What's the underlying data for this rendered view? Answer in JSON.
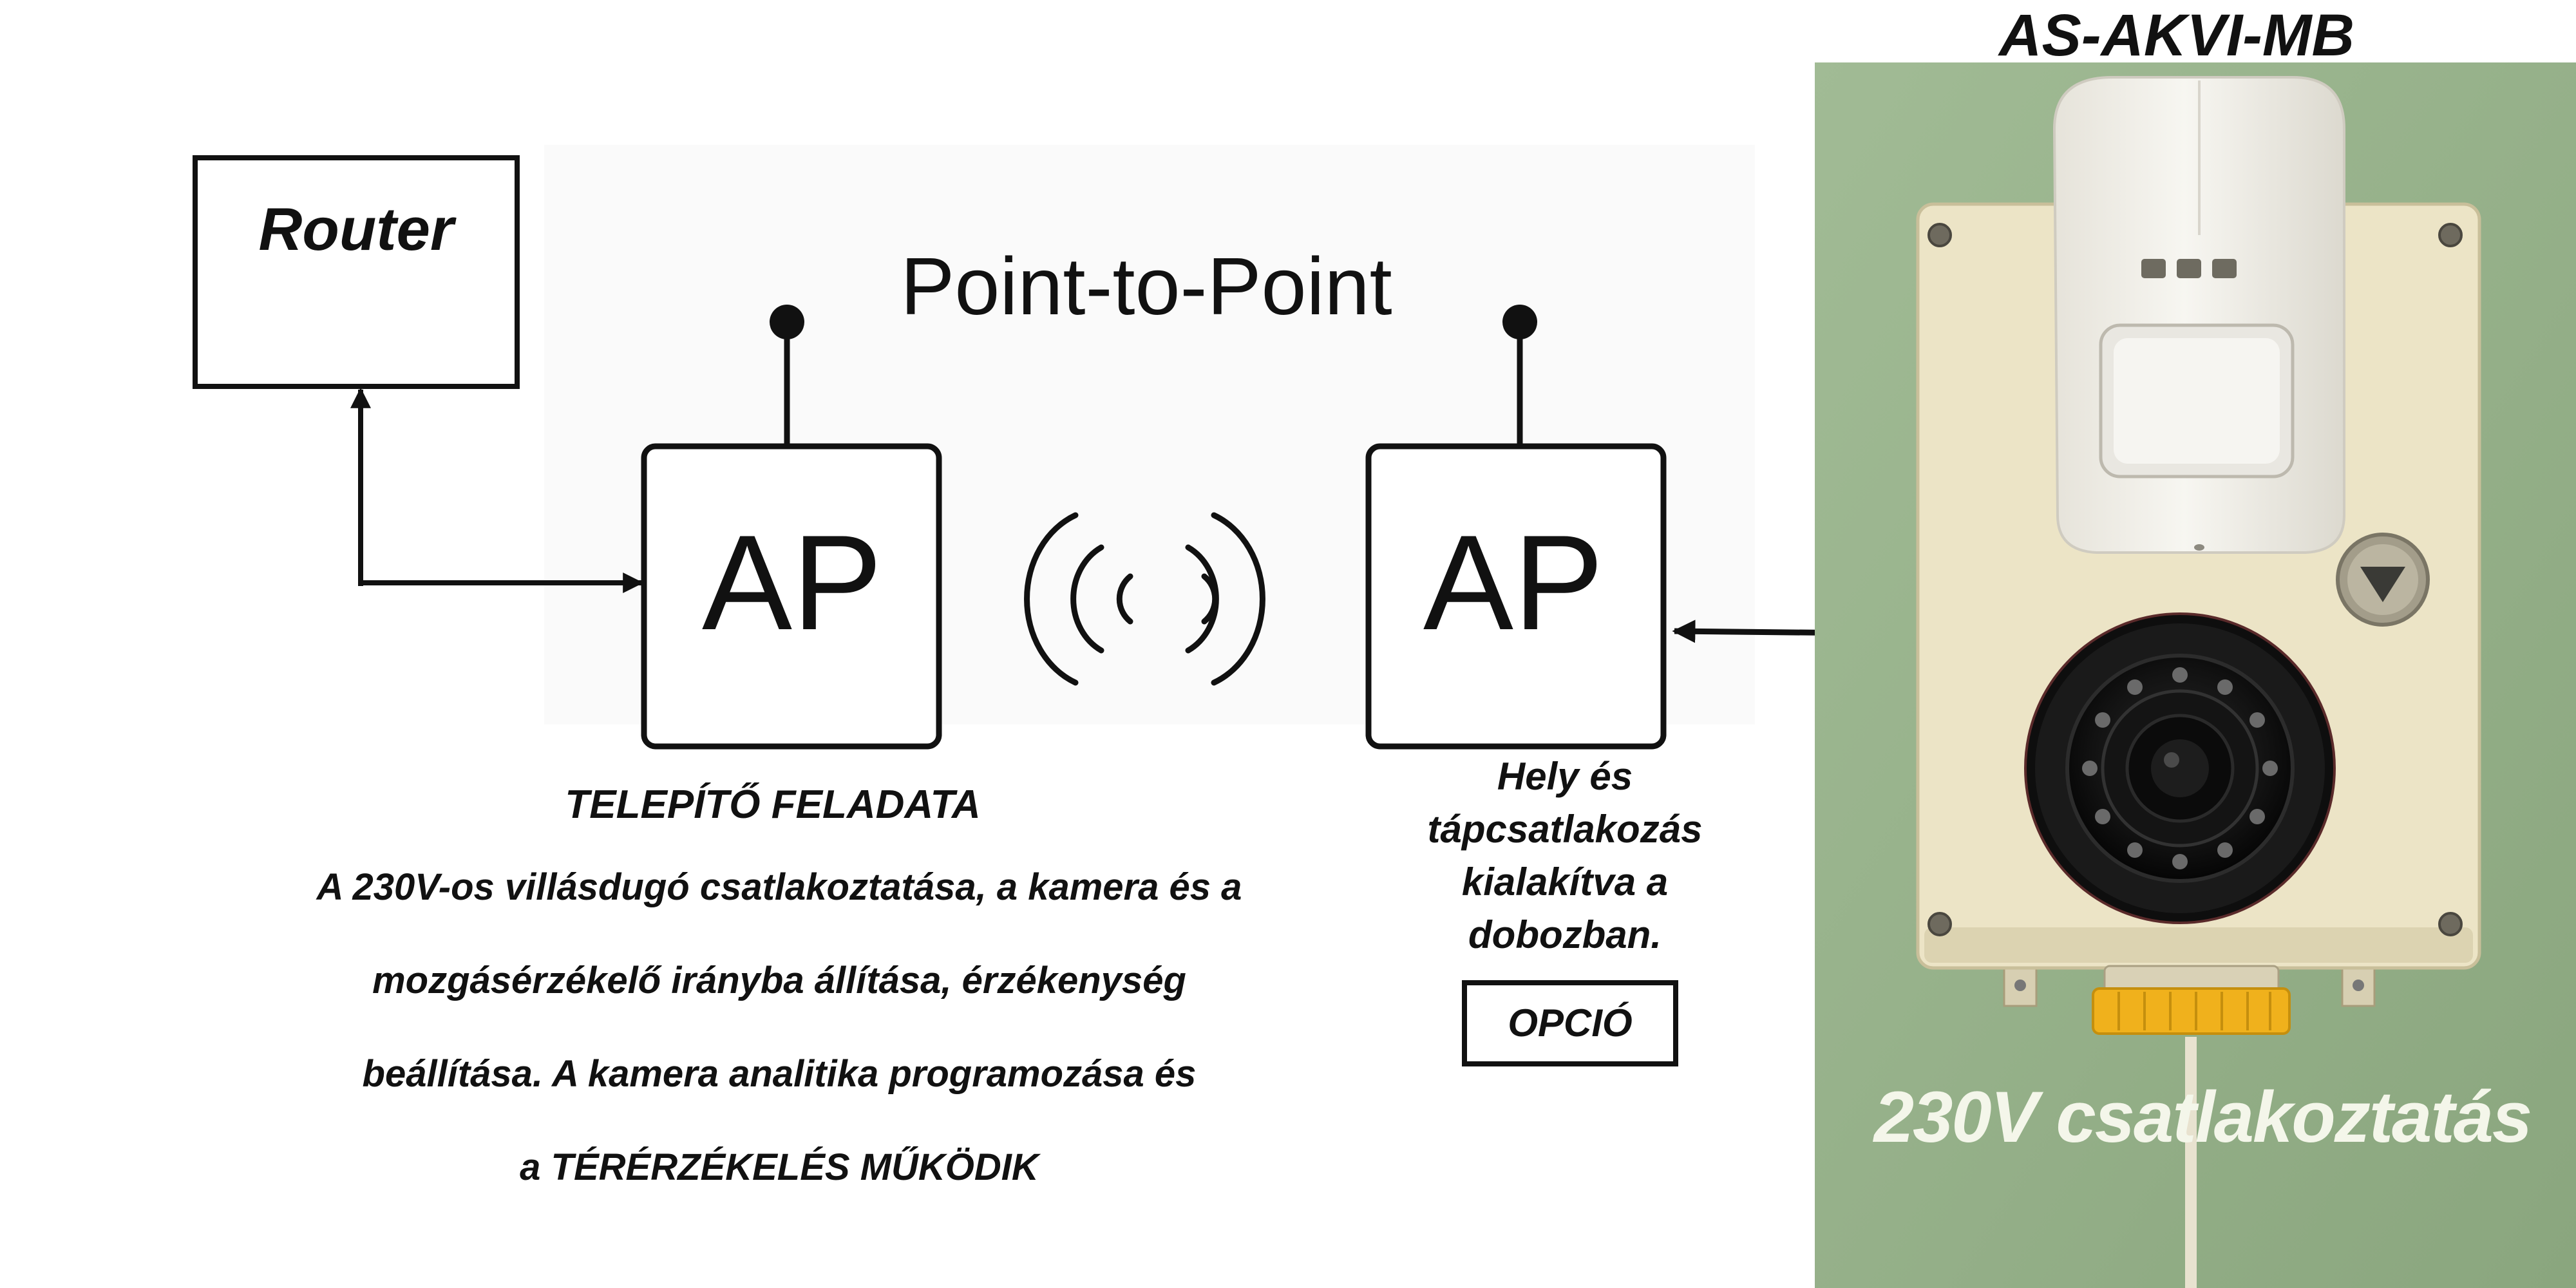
{
  "product": {
    "title": "AS-AKVI-MB"
  },
  "router": {
    "label": "Router"
  },
  "link": {
    "title": "Point-to-Point"
  },
  "access_points": [
    {
      "label": "AP"
    },
    {
      "label": "AP"
    }
  ],
  "installer": {
    "title": "TELEPÍTŐ FELADATA",
    "lines": [
      "A 230V-os villásdugó csatlakoztatása, a kamera és a",
      "mozgásérzékelő irányba állítása, érzékenység",
      "beállítása. A kamera analitika programozása és",
      "a TÉRÉRZÉKELÉS MŰKÖDIK"
    ]
  },
  "placement": {
    "lines": [
      "Hely és",
      "tápcsatlakozás",
      "kialakítva a",
      "dobozban."
    ]
  },
  "option": {
    "label": "OPCIÓ"
  },
  "device": {
    "connection_label": "230V csatlakoztatás"
  },
  "colors": {
    "panel_green": "#98b38c",
    "box_cream": "#ede6c8",
    "sensor_white": "#f3f1ea",
    "camera_black": "#141414",
    "knob_yellow": "#f2b51a",
    "line_black": "#111111"
  }
}
